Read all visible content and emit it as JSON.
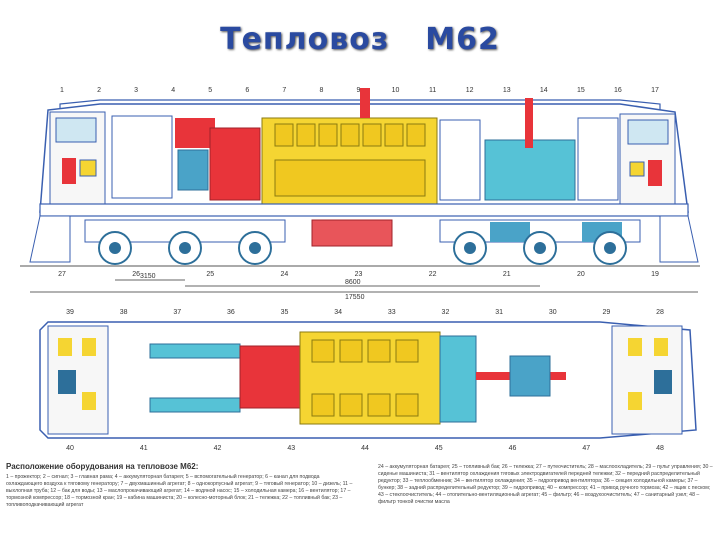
{
  "title": {
    "word": "Тепловоз",
    "model": "М62"
  },
  "side_view": {
    "callouts_top": [
      "1",
      "2",
      "3",
      "4",
      "5",
      "6",
      "7",
      "8",
      "9",
      "10",
      "11",
      "12",
      "13",
      "14",
      "15",
      "16",
      "17"
    ],
    "callouts_bottom": [
      "27",
      "26",
      "25",
      "24",
      "23",
      "22",
      "21",
      "20",
      "19"
    ],
    "dimensions": {
      "bogie_base": "3150",
      "center_distance": "8600",
      "length": "17550"
    }
  },
  "plan_view": {
    "callouts_top": [
      "39",
      "38",
      "37",
      "36",
      "35",
      "34",
      "33",
      "32",
      "31",
      "30",
      "29",
      "28"
    ],
    "callouts_bottom": [
      "40",
      "41",
      "42",
      "43",
      "44",
      "45",
      "46",
      "47",
      "48"
    ]
  },
  "legend": {
    "heading": "Расположение оборудования на тепловозе М62:",
    "col1": "1 – прожектор; 2 – сигнал; 3 – главная рама; 4 – аккумуляторная батарея; 5 – вспомогательный генератор; 6 – канал для подвода охлаждающего воздуха к тяговому генератору; 7 – двухмашинный агрегат; 8 – однокорпусный агрегат; 9 – тяговый генератор; 10 – дизель; 11 – выхлопная труба; 12 – бак для воды; 13 – маслопрокачивающий агрегат; 14 – водяной насос; 15 – холодильная камера; 16 – вентилятор; 17 – тормозной компрессор; 18 – тормозной кран; 19 – кабина машиниста; 20 – колесно-моторный блок; 21 – тележка; 22 – топливный бак; 23 – топливоподкачивающий агрегат",
    "col2": "24 – аккумуляторная батарея; 25 – топливный бак; 26 – тележка; 27 – путеочиститель; 28 – маслоохладитель; 29 – пульт управления; 30 – сиденье машиниста; 31 – вентилятор охлаждения тяговых электродвигателей передней тележки; 32 – передний распределительный редуктор; 33 – теплообменник; 34 – вентилятор охлаждения; 35 – гидропривод вентилятора; 36 – секция холодильной камеры; 37 – бункер; 38 – задний распределительный редуктор; 39 – гидропривод; 40 – компрессор; 41 – привод ручного тормоза; 42 – ящик с песком; 43 – стеклоочиститель; 44 – отопительно-вентиляционный агрегат; 45 – фильтр; 46 – воздухоочиститель; 47 – санитарный узел; 48 – фильтр тонкой очистки масла",
    "col2_heading_number": "24"
  },
  "colors": {
    "title": "#2a4aa0",
    "outline": "#3a5fb0",
    "body_fill": "#ffffff",
    "engine": "#f5d532",
    "generator": "#e8343a",
    "cooling": "#56c2d6",
    "aux_blue": "#4aa3c8",
    "cab_red": "#d94848",
    "bogie": "#2d6f9a",
    "fuel": "#e8555a"
  }
}
